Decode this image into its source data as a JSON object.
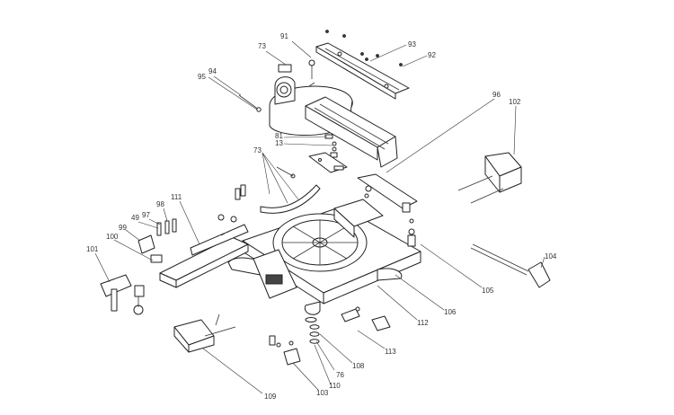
{
  "colors": {
    "line": "#222222",
    "label": "#333333",
    "background": "#ffffff"
  },
  "callouts": [
    {
      "id": "c73a",
      "text": "73"
    },
    {
      "id": "c91",
      "text": "91"
    },
    {
      "id": "c93",
      "text": "93"
    },
    {
      "id": "c92",
      "text": "92"
    },
    {
      "id": "c94",
      "text": "94"
    },
    {
      "id": "c95",
      "text": "95"
    },
    {
      "id": "c96",
      "text": "96"
    },
    {
      "id": "c102",
      "text": "102"
    },
    {
      "id": "c81",
      "text": "81"
    },
    {
      "id": "c13",
      "text": "13"
    },
    {
      "id": "c73b",
      "text": "73"
    },
    {
      "id": "c111",
      "text": "111"
    },
    {
      "id": "c98",
      "text": "98"
    },
    {
      "id": "c97",
      "text": "97"
    },
    {
      "id": "c49",
      "text": "49"
    },
    {
      "id": "c99",
      "text": "99"
    },
    {
      "id": "c100",
      "text": "100"
    },
    {
      "id": "c101",
      "text": "101"
    },
    {
      "id": "c104",
      "text": "104"
    },
    {
      "id": "c105",
      "text": "105"
    },
    {
      "id": "c106",
      "text": "106"
    },
    {
      "id": "c112",
      "text": "112"
    },
    {
      "id": "c113",
      "text": "113"
    },
    {
      "id": "c108",
      "text": "108"
    },
    {
      "id": "c76",
      "text": "76"
    },
    {
      "id": "c110",
      "text": "110"
    },
    {
      "id": "c103",
      "text": "103"
    },
    {
      "id": "c109",
      "text": "109"
    }
  ]
}
